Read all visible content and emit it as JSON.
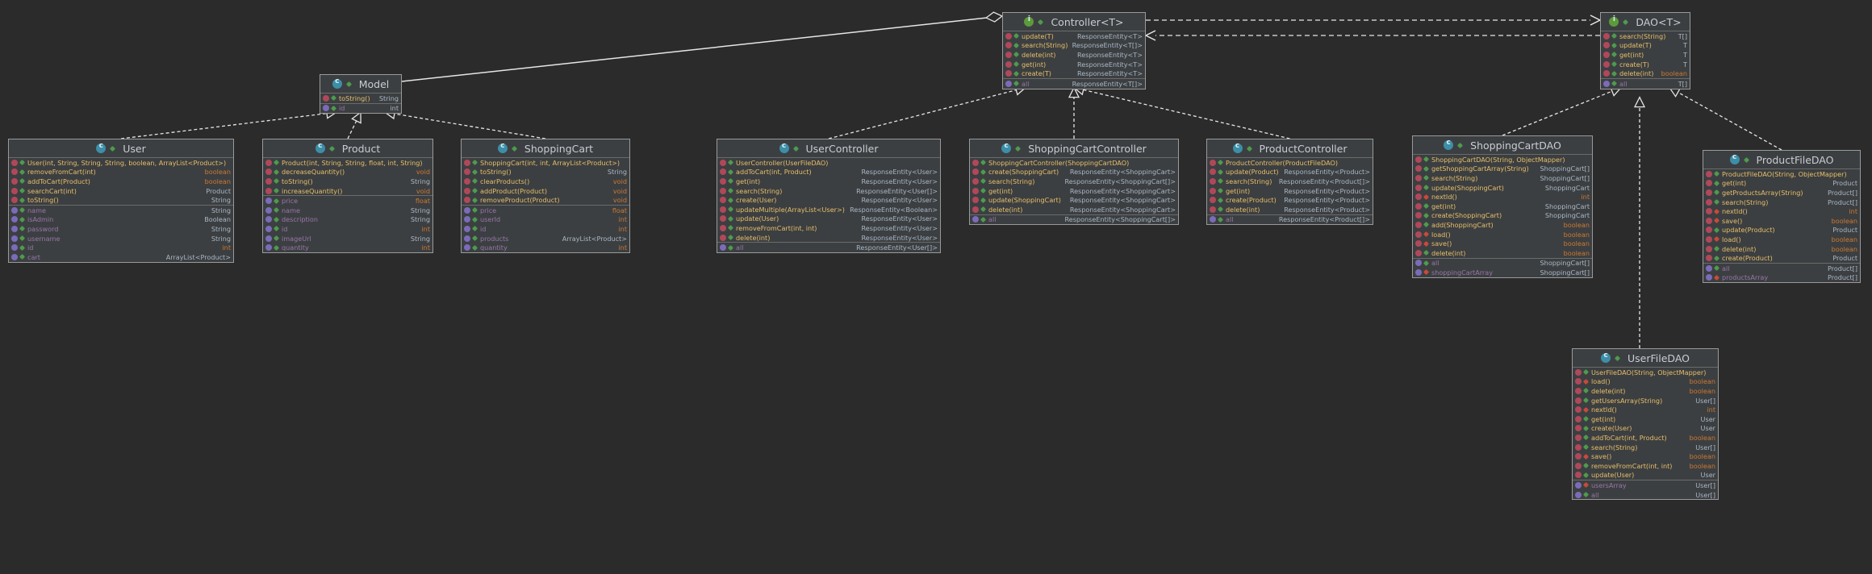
{
  "colors": {
    "background": "#2b2b2b",
    "box": "#3c3f41",
    "border": "#9a9a9a",
    "edge": "#e6e6e6",
    "class_icon": "#3d8ea8",
    "interface_icon": "#5c9a3a",
    "method_icon": "#b0485a",
    "field_icon": "#7b6bb8",
    "method_text": "#e8bf6a",
    "field_text": "#9876aa",
    "keyword_type": "#cc7832"
  },
  "classes": {
    "model": {
      "title": "Model",
      "kind": "class",
      "rows": [
        {
          "k": "m",
          "n": "toString()",
          "t": "String"
        },
        {
          "k": "f",
          "n": "id",
          "t": "int",
          "sep": true
        }
      ]
    },
    "user": {
      "title": "User",
      "kind": "class",
      "rows": [
        {
          "k": "c",
          "n": "User(int, String, String, String, boolean, ArrayList<Product>)",
          "t": ""
        },
        {
          "k": "m",
          "n": "removeFromCart(int)",
          "t": "boolean",
          "warn": true
        },
        {
          "k": "m",
          "n": "addToCart(Product)",
          "t": "boolean",
          "warn": true
        },
        {
          "k": "m",
          "n": "searchCart(int)",
          "t": "Product"
        },
        {
          "k": "m",
          "n": "toString()",
          "t": "String"
        },
        {
          "k": "f",
          "n": "name",
          "t": "String",
          "sep": true
        },
        {
          "k": "f",
          "n": "isAdmin",
          "t": "Boolean"
        },
        {
          "k": "f",
          "n": "password",
          "t": "String"
        },
        {
          "k": "f",
          "n": "username",
          "t": "String"
        },
        {
          "k": "f",
          "n": "id",
          "t": "int",
          "warn": true
        },
        {
          "k": "f",
          "n": "cart",
          "t": "ArrayList<Product>"
        }
      ]
    },
    "product": {
      "title": "Product",
      "kind": "class",
      "rows": [
        {
          "k": "c",
          "n": "Product(int, String, String, float, int, String)",
          "t": ""
        },
        {
          "k": "m",
          "n": "decreaseQuantity()",
          "t": "void",
          "warn": true
        },
        {
          "k": "m",
          "n": "toString()",
          "t": "String"
        },
        {
          "k": "m",
          "n": "increaseQuantity()",
          "t": "void",
          "warn": true
        },
        {
          "k": "f",
          "n": "price",
          "t": "float",
          "warn": true,
          "sep": true
        },
        {
          "k": "f",
          "n": "name",
          "t": "String"
        },
        {
          "k": "f",
          "n": "description",
          "t": "String"
        },
        {
          "k": "f",
          "n": "id",
          "t": "int",
          "warn": true
        },
        {
          "k": "f",
          "n": "imageUrl",
          "t": "String"
        },
        {
          "k": "f",
          "n": "quantity",
          "t": "int",
          "warn": true
        }
      ]
    },
    "shoppingcart": {
      "title": "ShoppingCart",
      "kind": "class",
      "rows": [
        {
          "k": "c",
          "n": "ShoppingCart(int, int, ArrayList<Product>)",
          "t": ""
        },
        {
          "k": "m",
          "n": "toString()",
          "t": "String"
        },
        {
          "k": "m",
          "n": "clearProducts()",
          "t": "void",
          "warn": true
        },
        {
          "k": "m",
          "n": "addProduct(Product)",
          "t": "void",
          "warn": true
        },
        {
          "k": "m",
          "n": "removeProduct(Product)",
          "t": "void",
          "warn": true
        },
        {
          "k": "f",
          "n": "price",
          "t": "float",
          "warn": true,
          "sep": true
        },
        {
          "k": "f",
          "n": "userId",
          "t": "int",
          "warn": true
        },
        {
          "k": "f",
          "n": "id",
          "t": "int",
          "warn": true
        },
        {
          "k": "f",
          "n": "products",
          "t": "ArrayList<Product>"
        },
        {
          "k": "f",
          "n": "quantity",
          "t": "int",
          "warn": true
        }
      ]
    },
    "usercontroller": {
      "title": "UserController",
      "kind": "class",
      "rows": [
        {
          "k": "c",
          "n": "UserController(UserFileDAO)",
          "t": ""
        },
        {
          "k": "m",
          "n": "addToCart(int, Product)",
          "t": "ResponseEntity<User>"
        },
        {
          "k": "m",
          "n": "get(int)",
          "t": "ResponseEntity<User>"
        },
        {
          "k": "m",
          "n": "search(String)",
          "t": "ResponseEntity<User[]>"
        },
        {
          "k": "m",
          "n": "create(User)",
          "t": "ResponseEntity<User>"
        },
        {
          "k": "m",
          "n": "updateMultiple(ArrayList<User>)",
          "t": "ResponseEntity<Boolean>"
        },
        {
          "k": "m",
          "n": "update(User)",
          "t": "ResponseEntity<User>"
        },
        {
          "k": "m",
          "n": "removeFromCart(int, int)",
          "t": "ResponseEntity<User>"
        },
        {
          "k": "m",
          "n": "delete(int)",
          "t": "ResponseEntity<User>"
        },
        {
          "k": "f",
          "n": "all",
          "t": "ResponseEntity<User[]>",
          "sep": true
        }
      ]
    },
    "shoppingcartcontroller": {
      "title": "ShoppingCartController",
      "kind": "class",
      "rows": [
        {
          "k": "c",
          "n": "ShoppingCartController(ShoppingCartDAO)",
          "t": ""
        },
        {
          "k": "m",
          "n": "create(ShoppingCart)",
          "t": "ResponseEntity<ShoppingCart>"
        },
        {
          "k": "m",
          "n": "search(String)",
          "t": "ResponseEntity<ShoppingCart[]>"
        },
        {
          "k": "m",
          "n": "get(int)",
          "t": "ResponseEntity<ShoppingCart>"
        },
        {
          "k": "m",
          "n": "update(ShoppingCart)",
          "t": "ResponseEntity<ShoppingCart>"
        },
        {
          "k": "m",
          "n": "delete(int)",
          "t": "ResponseEntity<ShoppingCart>"
        },
        {
          "k": "f",
          "n": "all",
          "t": "ResponseEntity<ShoppingCart[]>",
          "sep": true
        }
      ]
    },
    "productcontroller": {
      "title": "ProductController",
      "kind": "class",
      "rows": [
        {
          "k": "c",
          "n": "ProductController(ProductFileDAO)",
          "t": ""
        },
        {
          "k": "m",
          "n": "update(Product)",
          "t": "ResponseEntity<Product>"
        },
        {
          "k": "m",
          "n": "search(String)",
          "t": "ResponseEntity<Product[]>"
        },
        {
          "k": "m",
          "n": "get(int)",
          "t": "ResponseEntity<Product>"
        },
        {
          "k": "m",
          "n": "create(Product)",
          "t": "ResponseEntity<Product>"
        },
        {
          "k": "m",
          "n": "delete(int)",
          "t": "ResponseEntity<Product>"
        },
        {
          "k": "f",
          "n": "all",
          "t": "ResponseEntity<Product[]>",
          "sep": true
        }
      ]
    },
    "controller": {
      "title": "Controller<T>",
      "kind": "interface",
      "rows": [
        {
          "k": "m",
          "n": "update(T)",
          "t": "ResponseEntity<T>"
        },
        {
          "k": "m",
          "n": "search(String)",
          "t": "ResponseEntity<T[]>"
        },
        {
          "k": "m",
          "n": "delete(int)",
          "t": "ResponseEntity<T>"
        },
        {
          "k": "m",
          "n": "get(int)",
          "t": "ResponseEntity<T>"
        },
        {
          "k": "m",
          "n": "create(T)",
          "t": "ResponseEntity<T>"
        },
        {
          "k": "f",
          "n": "all",
          "t": "ResponseEntity<T[]>",
          "sep": true
        }
      ]
    },
    "dao": {
      "title": "DAO<T>",
      "kind": "interface",
      "rows": [
        {
          "k": "m",
          "n": "search(String)",
          "t": "T[]"
        },
        {
          "k": "m",
          "n": "update(T)",
          "t": "T"
        },
        {
          "k": "m",
          "n": "get(int)",
          "t": "T"
        },
        {
          "k": "m",
          "n": "create(T)",
          "t": "T"
        },
        {
          "k": "m",
          "n": "delete(int)",
          "t": "boolean",
          "warn": true
        },
        {
          "k": "f",
          "n": "all",
          "t": "T[]",
          "sep": true
        }
      ]
    },
    "shoppingcartdao": {
      "title": "ShoppingCartDAO",
      "kind": "class",
      "rows": [
        {
          "k": "c",
          "n": "ShoppingCartDAO(String, ObjectMapper)",
          "t": ""
        },
        {
          "k": "m",
          "n": "getShoppingCartArray(String)",
          "t": "ShoppingCart[]"
        },
        {
          "k": "m",
          "n": "search(String)",
          "t": "ShoppingCart[]"
        },
        {
          "k": "m",
          "n": "update(ShoppingCart)",
          "t": "ShoppingCart"
        },
        {
          "k": "m",
          "n": "nextId()",
          "t": "int",
          "warn": true,
          "priv": true
        },
        {
          "k": "m",
          "n": "get(int)",
          "t": "ShoppingCart"
        },
        {
          "k": "m",
          "n": "create(ShoppingCart)",
          "t": "ShoppingCart"
        },
        {
          "k": "m",
          "n": "add(ShoppingCart)",
          "t": "boolean",
          "warn": true
        },
        {
          "k": "m",
          "n": "load()",
          "t": "boolean",
          "warn": true,
          "priv": true
        },
        {
          "k": "m",
          "n": "save()",
          "t": "boolean",
          "warn": true,
          "priv": true
        },
        {
          "k": "m",
          "n": "delete(int)",
          "t": "boolean",
          "warn": true
        },
        {
          "k": "f",
          "n": "all",
          "t": "ShoppingCart[]",
          "sep": true
        },
        {
          "k": "f",
          "n": "shoppingCartArray",
          "t": "ShoppingCart[]",
          "priv": true
        }
      ]
    },
    "productfiledao": {
      "title": "ProductFileDAO",
      "kind": "class",
      "rows": [
        {
          "k": "c",
          "n": "ProductFileDAO(String, ObjectMapper)",
          "t": ""
        },
        {
          "k": "m",
          "n": "get(int)",
          "t": "Product"
        },
        {
          "k": "m",
          "n": "getProductsArray(String)",
          "t": "Product[]"
        },
        {
          "k": "m",
          "n": "search(String)",
          "t": "Product[]"
        },
        {
          "k": "m",
          "n": "nextId()",
          "t": "int",
          "warn": true,
          "priv": true
        },
        {
          "k": "m",
          "n": "save()",
          "t": "boolean",
          "warn": true,
          "priv": true
        },
        {
          "k": "m",
          "n": "update(Product)",
          "t": "Product"
        },
        {
          "k": "m",
          "n": "load()",
          "t": "boolean",
          "warn": true,
          "priv": true
        },
        {
          "k": "m",
          "n": "delete(int)",
          "t": "boolean",
          "warn": true
        },
        {
          "k": "m",
          "n": "create(Product)",
          "t": "Product"
        },
        {
          "k": "f",
          "n": "all",
          "t": "Product[]",
          "sep": true
        },
        {
          "k": "f",
          "n": "productsArray",
          "t": "Product[]",
          "priv": true
        }
      ]
    },
    "userfiledao": {
      "title": "UserFileDAO",
      "kind": "class",
      "rows": [
        {
          "k": "c",
          "n": "UserFileDAO(String, ObjectMapper)",
          "t": ""
        },
        {
          "k": "m",
          "n": "load()",
          "t": "boolean",
          "warn": true,
          "priv": true
        },
        {
          "k": "m",
          "n": "delete(int)",
          "t": "boolean",
          "warn": true
        },
        {
          "k": "m",
          "n": "getUsersArray(String)",
          "t": "User[]"
        },
        {
          "k": "m",
          "n": "nextId()",
          "t": "int",
          "warn": true,
          "priv": true
        },
        {
          "k": "m",
          "n": "get(int)",
          "t": "User"
        },
        {
          "k": "m",
          "n": "create(User)",
          "t": "User"
        },
        {
          "k": "m",
          "n": "addToCart(int, Product)",
          "t": "boolean",
          "warn": true
        },
        {
          "k": "m",
          "n": "search(String)",
          "t": "User[]"
        },
        {
          "k": "m",
          "n": "save()",
          "t": "boolean",
          "warn": true,
          "priv": true
        },
        {
          "k": "m",
          "n": "removeFromCart(int, int)",
          "t": "boolean",
          "warn": true
        },
        {
          "k": "m",
          "n": "update(User)",
          "t": "User"
        },
        {
          "k": "f",
          "n": "usersArray",
          "t": "User[]",
          "sep": true,
          "priv": true
        },
        {
          "k": "f",
          "n": "all",
          "t": "User[]"
        }
      ]
    }
  },
  "relations": [
    {
      "from": "user",
      "to": "model",
      "type": "realization"
    },
    {
      "from": "product",
      "to": "model",
      "type": "realization"
    },
    {
      "from": "shoppingcart",
      "to": "model",
      "type": "realization"
    },
    {
      "from": "usercontroller",
      "to": "controller",
      "type": "realization"
    },
    {
      "from": "shoppingcartcontroller",
      "to": "controller",
      "type": "realization"
    },
    {
      "from": "productcontroller",
      "to": "controller",
      "type": "realization"
    },
    {
      "from": "shoppingcartdao",
      "to": "dao",
      "type": "realization"
    },
    {
      "from": "productfiledao",
      "to": "dao",
      "type": "realization"
    },
    {
      "from": "userfiledao",
      "to": "dao",
      "type": "realization"
    },
    {
      "from": "model",
      "to": "controller",
      "type": "aggregation"
    },
    {
      "from": "controller",
      "to": "dao",
      "type": "dependency"
    },
    {
      "from": "dao",
      "to": "controller",
      "type": "dependency"
    }
  ]
}
